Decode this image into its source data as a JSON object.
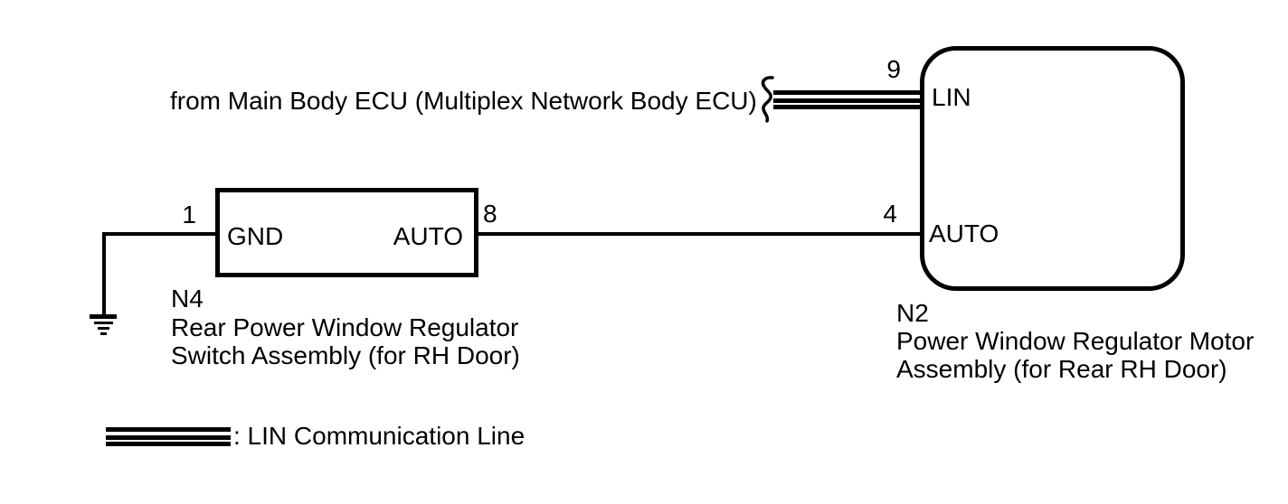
{
  "colors": {
    "ink": "#000000",
    "background": "#ffffff"
  },
  "source_note": {
    "text": "from Main Body ECU (Multiplex Network Body ECU)"
  },
  "components": {
    "n4": {
      "code": "N4",
      "name_line1": "Rear Power Window Regulator",
      "name_line2": "Switch Assembly (for RH Door)",
      "pin_gnd": {
        "number": "1",
        "label": "GND"
      },
      "pin_auto": {
        "number": "8",
        "label": "AUTO"
      }
    },
    "n2": {
      "code": "N2",
      "name_line1": "Power Window Regulator Motor",
      "name_line2": "Assembly (for Rear RH Door)",
      "pin_lin": {
        "number": "9",
        "label": "LIN"
      },
      "pin_auto": {
        "number": "4",
        "label": "AUTO"
      }
    }
  },
  "legend": {
    "lin_line_label": ": LIN Communication Line"
  }
}
